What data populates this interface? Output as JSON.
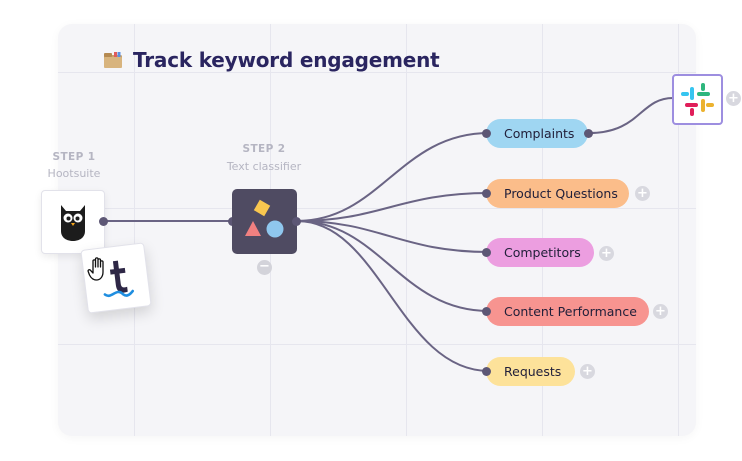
{
  "title": "Track keyword engagement",
  "step1": {
    "label": "STEP 1",
    "app": "Hootsuite"
  },
  "step2": {
    "label": "STEP 2",
    "app": "Text classifier"
  },
  "categories": [
    {
      "label": "Complaints",
      "color": "#9fd6f2"
    },
    {
      "label": "Product Questions",
      "color": "#fbbd8a"
    },
    {
      "label": "Competitors",
      "color": "#ec9ee0"
    },
    {
      "label": "Content Performance",
      "color": "#f79490"
    },
    {
      "label": "Requests",
      "color": "#fde29a"
    }
  ],
  "icons": {
    "title": "folder-icon",
    "step1": "hootsuite-owl-icon",
    "trigger_drag": "tweet-app-icon",
    "cursor": "hand-cursor-icon",
    "classifier": "shapes-icon",
    "output": "slack-icon"
  },
  "colors": {
    "wire": "#6a6484",
    "title": "#2a2560",
    "slack_border": "#9d8ee0"
  },
  "add_symbol": "+",
  "collapse_symbol": "−"
}
